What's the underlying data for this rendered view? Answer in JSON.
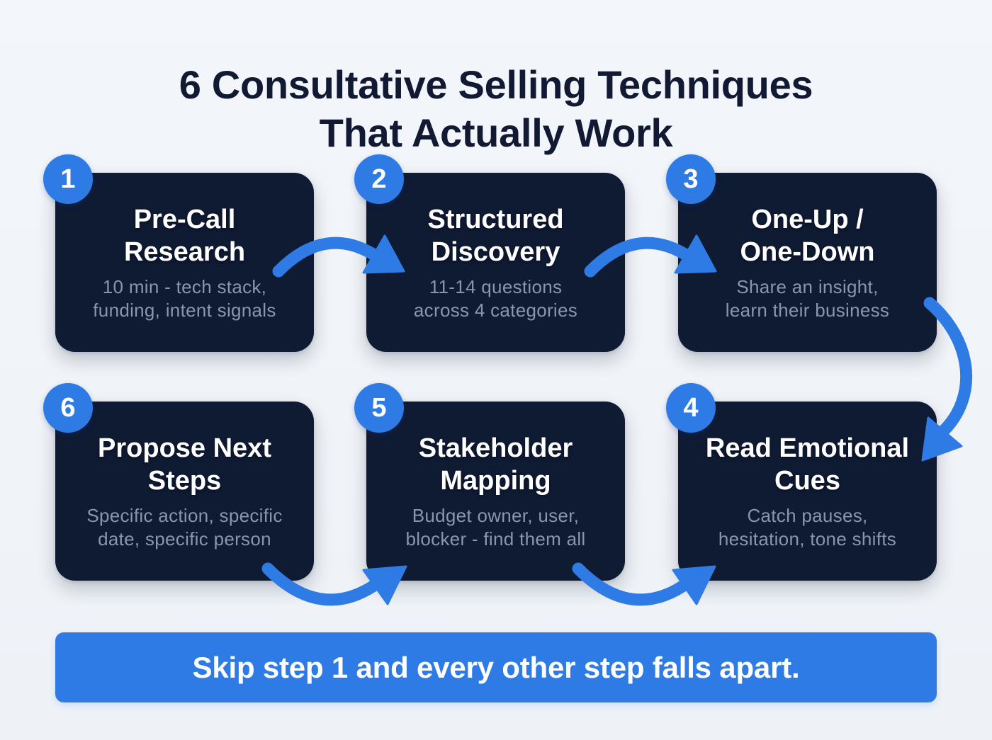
{
  "title": {
    "line1": "6 Consultative Selling Techniques",
    "line2": "That Actually Work"
  },
  "steps": [
    {
      "number": "1",
      "title_line1": "Pre-Call",
      "title_line2": "Research",
      "desc_line1": "10 min - tech stack,",
      "desc_line2": "funding, intent signals"
    },
    {
      "number": "2",
      "title_line1": "Structured",
      "title_line2": "Discovery",
      "desc_line1": "11-14 questions",
      "desc_line2": "across 4 categories"
    },
    {
      "number": "3",
      "title_line1": "One-Up /",
      "title_line2": "One-Down",
      "desc_line1": "Share an insight,",
      "desc_line2": "learn their business"
    },
    {
      "number": "4",
      "title_line1": "Read Emotional",
      "title_line2": "Cues",
      "desc_line1": "Catch pauses,",
      "desc_line2": "hesitation, tone shifts"
    },
    {
      "number": "5",
      "title_line1": "Stakeholder",
      "title_line2": "Mapping",
      "desc_line1": "Budget owner, user,",
      "desc_line2": "blocker - find them all"
    },
    {
      "number": "6",
      "title_line1": "Propose Next",
      "title_line2": "Steps",
      "desc_line1": "Specific action, specific",
      "desc_line2": "date, specific person"
    }
  ],
  "flow": [
    {
      "from": "1",
      "to": "2",
      "icon": "curved-arrow-right-icon"
    },
    {
      "from": "2",
      "to": "3",
      "icon": "curved-arrow-right-icon"
    },
    {
      "from": "3",
      "to": "4",
      "icon": "curved-arrow-down-icon"
    },
    {
      "from": "4",
      "to": "5",
      "icon": "curved-arrow-left-icon"
    },
    {
      "from": "5",
      "to": "6",
      "icon": "curved-arrow-left-icon"
    }
  ],
  "banner": {
    "text": "Skip step 1 and every other step falls apart."
  },
  "colors": {
    "background": "#f1f4f8",
    "title_text": "#121a33",
    "card_background": "#0f1a33",
    "card_title": "#ffffff",
    "card_description": "#8b95ac",
    "accent_blue": "#2f7be6"
  }
}
